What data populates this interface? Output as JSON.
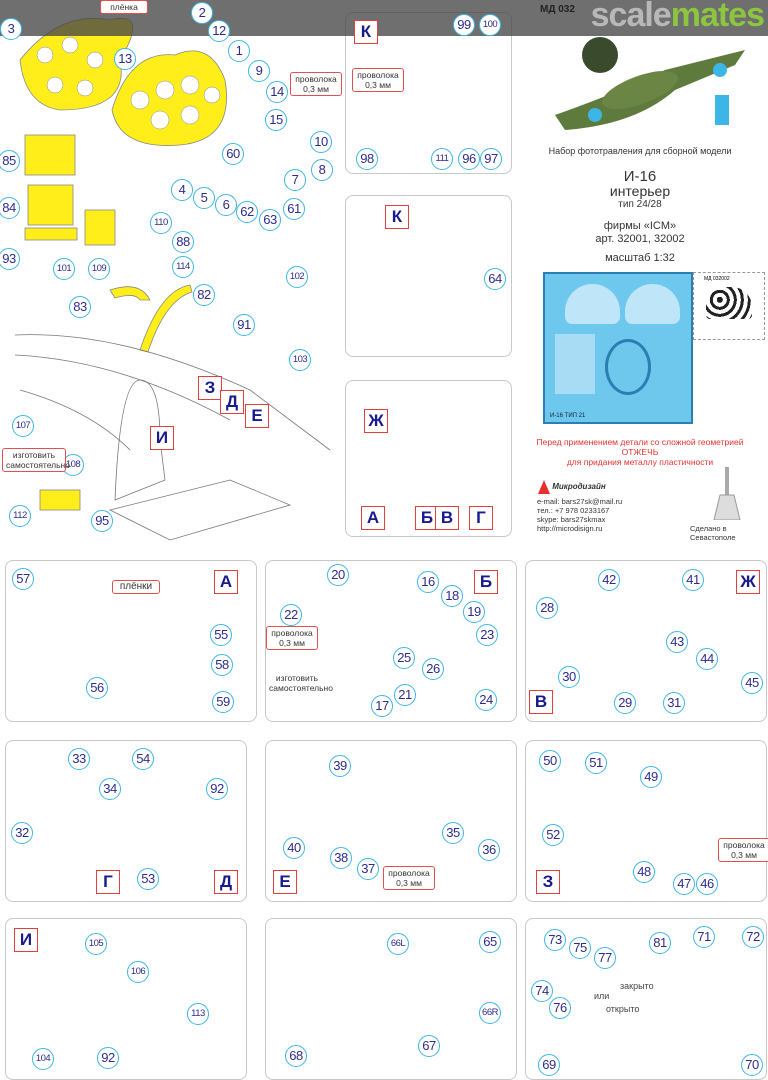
{
  "watermark": {
    "scale": "scale",
    "mates": "mates",
    "code": "МД 032"
  },
  "info": {
    "subtitle": "Набор фототравления для сборной модели",
    "title": "И-16",
    "line2": "интерьер",
    "line3": "тип 24/28",
    "maker": "фирмы «ICM»",
    "art": "арт. 32001, 32002",
    "scale": "масштаб 1:32",
    "warning1": "Перед применением детали со сложной геометрией",
    "warning2": "ОТЖЕЧЬ",
    "warning3": "для придания металлу пластичности",
    "brand": "Микродизайн",
    "email": "e-mail: bars27sk@mail.ru",
    "tel": "тел.: +7 978 0233167",
    "skype": "skype: bars27skmax",
    "web": "http://microdisign.ru",
    "made": "Сделано в Севастополе",
    "sheet_label": "И-16 ТИП 21",
    "sheet2_label": "МД 032002"
  },
  "tags": {
    "film": "плёнка",
    "films": "плёнки",
    "wire": "проволока 0,3 мм",
    "selfmade": "изготовить самостоятельно",
    "closed": "закрыто",
    "or": "или",
    "open": "открыто"
  },
  "letters": [
    "З",
    "Д",
    "Е",
    "И",
    "К",
    "К",
    "Ж",
    "А",
    "Б",
    "В",
    "Г",
    "А",
    "Б",
    "Ж",
    "В",
    "Г",
    "Д",
    "Е",
    "З",
    "И"
  ],
  "callouts": [
    "3",
    "2",
    "12",
    "13",
    "1",
    "9",
    "14",
    "15",
    "10",
    "8",
    "7",
    "60",
    "4",
    "5",
    "6",
    "62",
    "63",
    "61",
    "85",
    "84",
    "93",
    "101",
    "109",
    "110",
    "88",
    "114",
    "83",
    "82",
    "102",
    "91",
    "103",
    "107",
    "108",
    "112",
    "95",
    "99",
    "100",
    "98",
    "111",
    "96",
    "97",
    "64",
    "57",
    "55",
    "58",
    "59",
    "56",
    "20",
    "16",
    "18",
    "19",
    "22",
    "23",
    "25",
    "26",
    "21",
    "24",
    "17",
    "42",
    "41",
    "28",
    "43",
    "44",
    "30",
    "45",
    "29",
    "31",
    "33",
    "34",
    "32",
    "54",
    "92",
    "53",
    "39",
    "40",
    "38",
    "37",
    "35",
    "36",
    "50",
    "51",
    "49",
    "52",
    "48",
    "47",
    "46",
    "105",
    "106",
    "113",
    "104",
    "92",
    "66L",
    "65",
    "66R",
    "67",
    "68",
    "73",
    "75",
    "77",
    "81",
    "71",
    "72",
    "74",
    "76",
    "69",
    "70"
  ],
  "colors": {
    "part": "#ffee1a",
    "callout_border": "#3cb6e6",
    "label_border": "#e04040"
  }
}
